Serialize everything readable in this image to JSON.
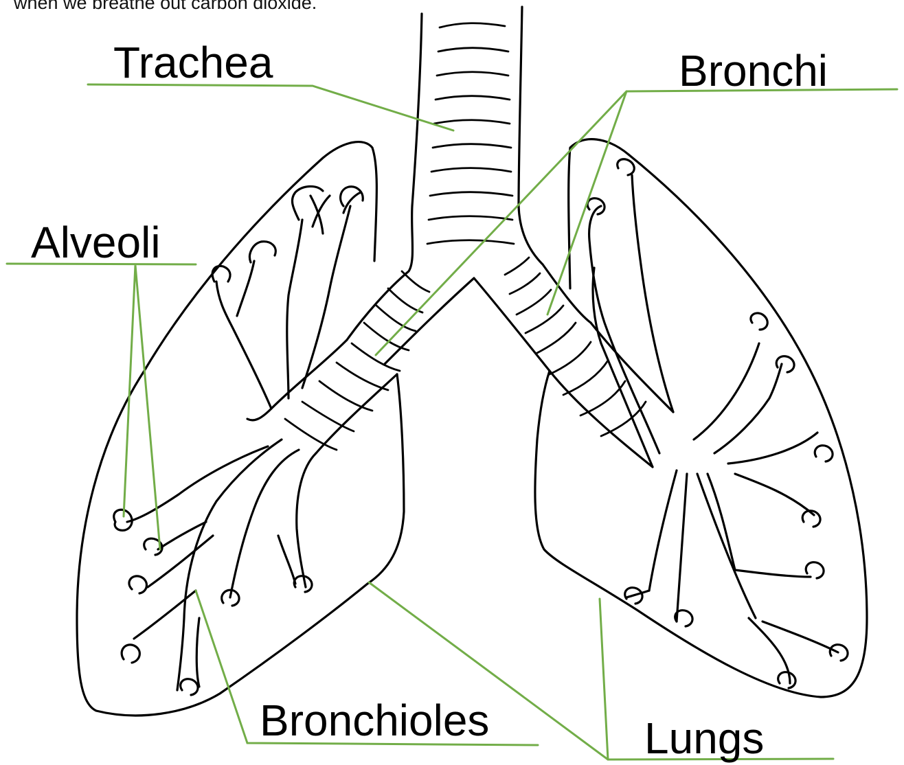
{
  "caption": {
    "top_text": "when we breathe out carbon dioxide."
  },
  "labels": {
    "trachea": "Trachea",
    "bronchi": "Bronchi",
    "alveoli": "Alveoli",
    "bronchioles": "Bronchioles",
    "lungs": "Lungs"
  },
  "colors": {
    "leader_line": "#72ad48",
    "outline": "#000000",
    "background": "#ffffff"
  }
}
